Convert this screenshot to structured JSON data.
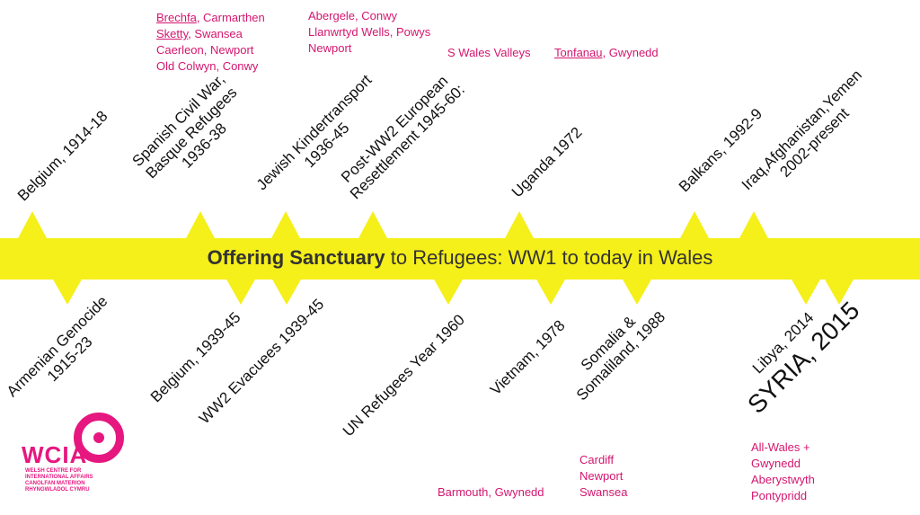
{
  "title": {
    "bold": "Offering Sanctuary",
    "rest": " to Refugees: WW1 to today in Wales"
  },
  "events_above": [
    {
      "label": "Belgium, 1914-18"
    },
    {
      "label": "Spanish Civil War,\nBasque Refugees\n1936-38"
    },
    {
      "label": "Jewish Kindertransport\n1936-45"
    },
    {
      "label": "Post-WW2 European\nResettlement 1945-60:"
    },
    {
      "label": "Uganda 1972"
    },
    {
      "label": "Balkans, 1992-9"
    },
    {
      "label": "Iraq,Afghanistan,Yemen\n2002-present"
    }
  ],
  "events_below": [
    {
      "label": "Armenian Genocide\n1915-23"
    },
    {
      "label": "Belgium, 1939-45"
    },
    {
      "label": "WW2 Evacuees 1939-45"
    },
    {
      "label": "UN Refugees Year 1960"
    },
    {
      "label": "Vietnam, 1978"
    },
    {
      "label": "Somalia &\nSomaliland, 1988"
    },
    {
      "label": "Libya, 2014"
    },
    {
      "label": "SYRIA, 2015"
    }
  ],
  "places": {
    "spanish": {
      "brechfa": "Brechfa",
      "brechfa_rest": ", Carmarthen",
      "sketty": "Sketty",
      "sketty_rest": ", Swansea",
      "line3": "Caerleon, Newport",
      "line4": "Old Colwyn, Conwy"
    },
    "kinder": "Abergele, Conwy\nLlanwrtyd Wells, Powys\nNewport",
    "post_ww2": "S Wales Valleys",
    "uganda": {
      "tonfanau": "Tonfanau",
      "rest": ", Gwynedd"
    },
    "vietnam": "Barmouth, Gwynedd",
    "somalia": "Cardiff\nNewport\nSwansea",
    "syria": "All-Wales +\nGwynedd\nAberystwyth\nPontypridd"
  },
  "logo": {
    "word": "WCIA",
    "sub": "WELSH CENTRE FOR\nINTERNATIONAL AFFAIRS\nCANOLFAN MATERION\nRHYNGWLADOL CYMRU"
  },
  "colors": {
    "band": "#f5ef1a",
    "accent": "#d4166f",
    "logo": "#e6177f",
    "title_text": "#333333"
  }
}
